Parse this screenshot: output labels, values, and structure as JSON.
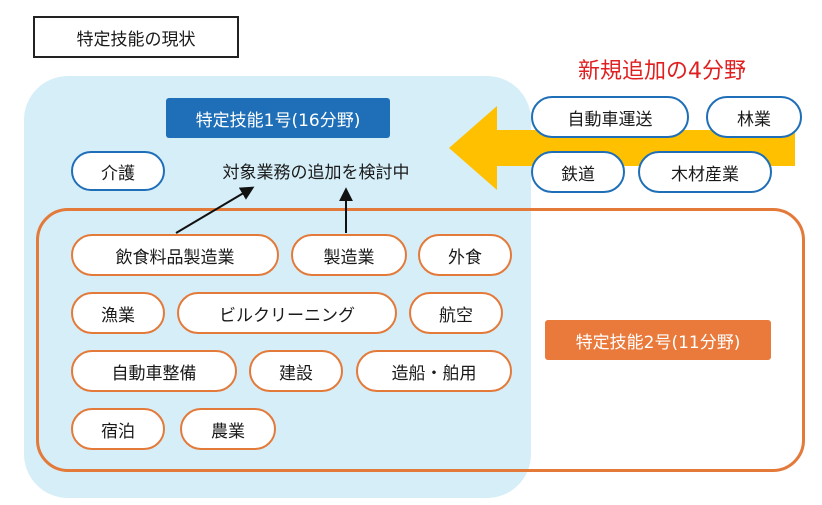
{
  "title": "特定技能の現状",
  "new_fields": {
    "heading": "新規追加の4分野",
    "items": [
      "自動車運送",
      "林業",
      "鉄道",
      "木材産業"
    ]
  },
  "tokutei1": {
    "label": "特定技能1号(16分野)",
    "kaigo": "介護",
    "note": "対象業務の追加を検討中"
  },
  "tokutei2": {
    "label": "特定技能2号(11分野)"
  },
  "shared_fields": [
    "飲食料品製造業",
    "製造業",
    "外食",
    "漁業",
    "ビルクリーニング",
    "航空",
    "自動車整備",
    "建設",
    "造船・舶用",
    "宿泊",
    "農業"
  ],
  "colors": {
    "blue": "#1f6fb8",
    "orange": "#e37a3a",
    "light_blue": "#d6eef8",
    "arrow_yellow": "#ffc000",
    "heading_red": "#e02020"
  }
}
